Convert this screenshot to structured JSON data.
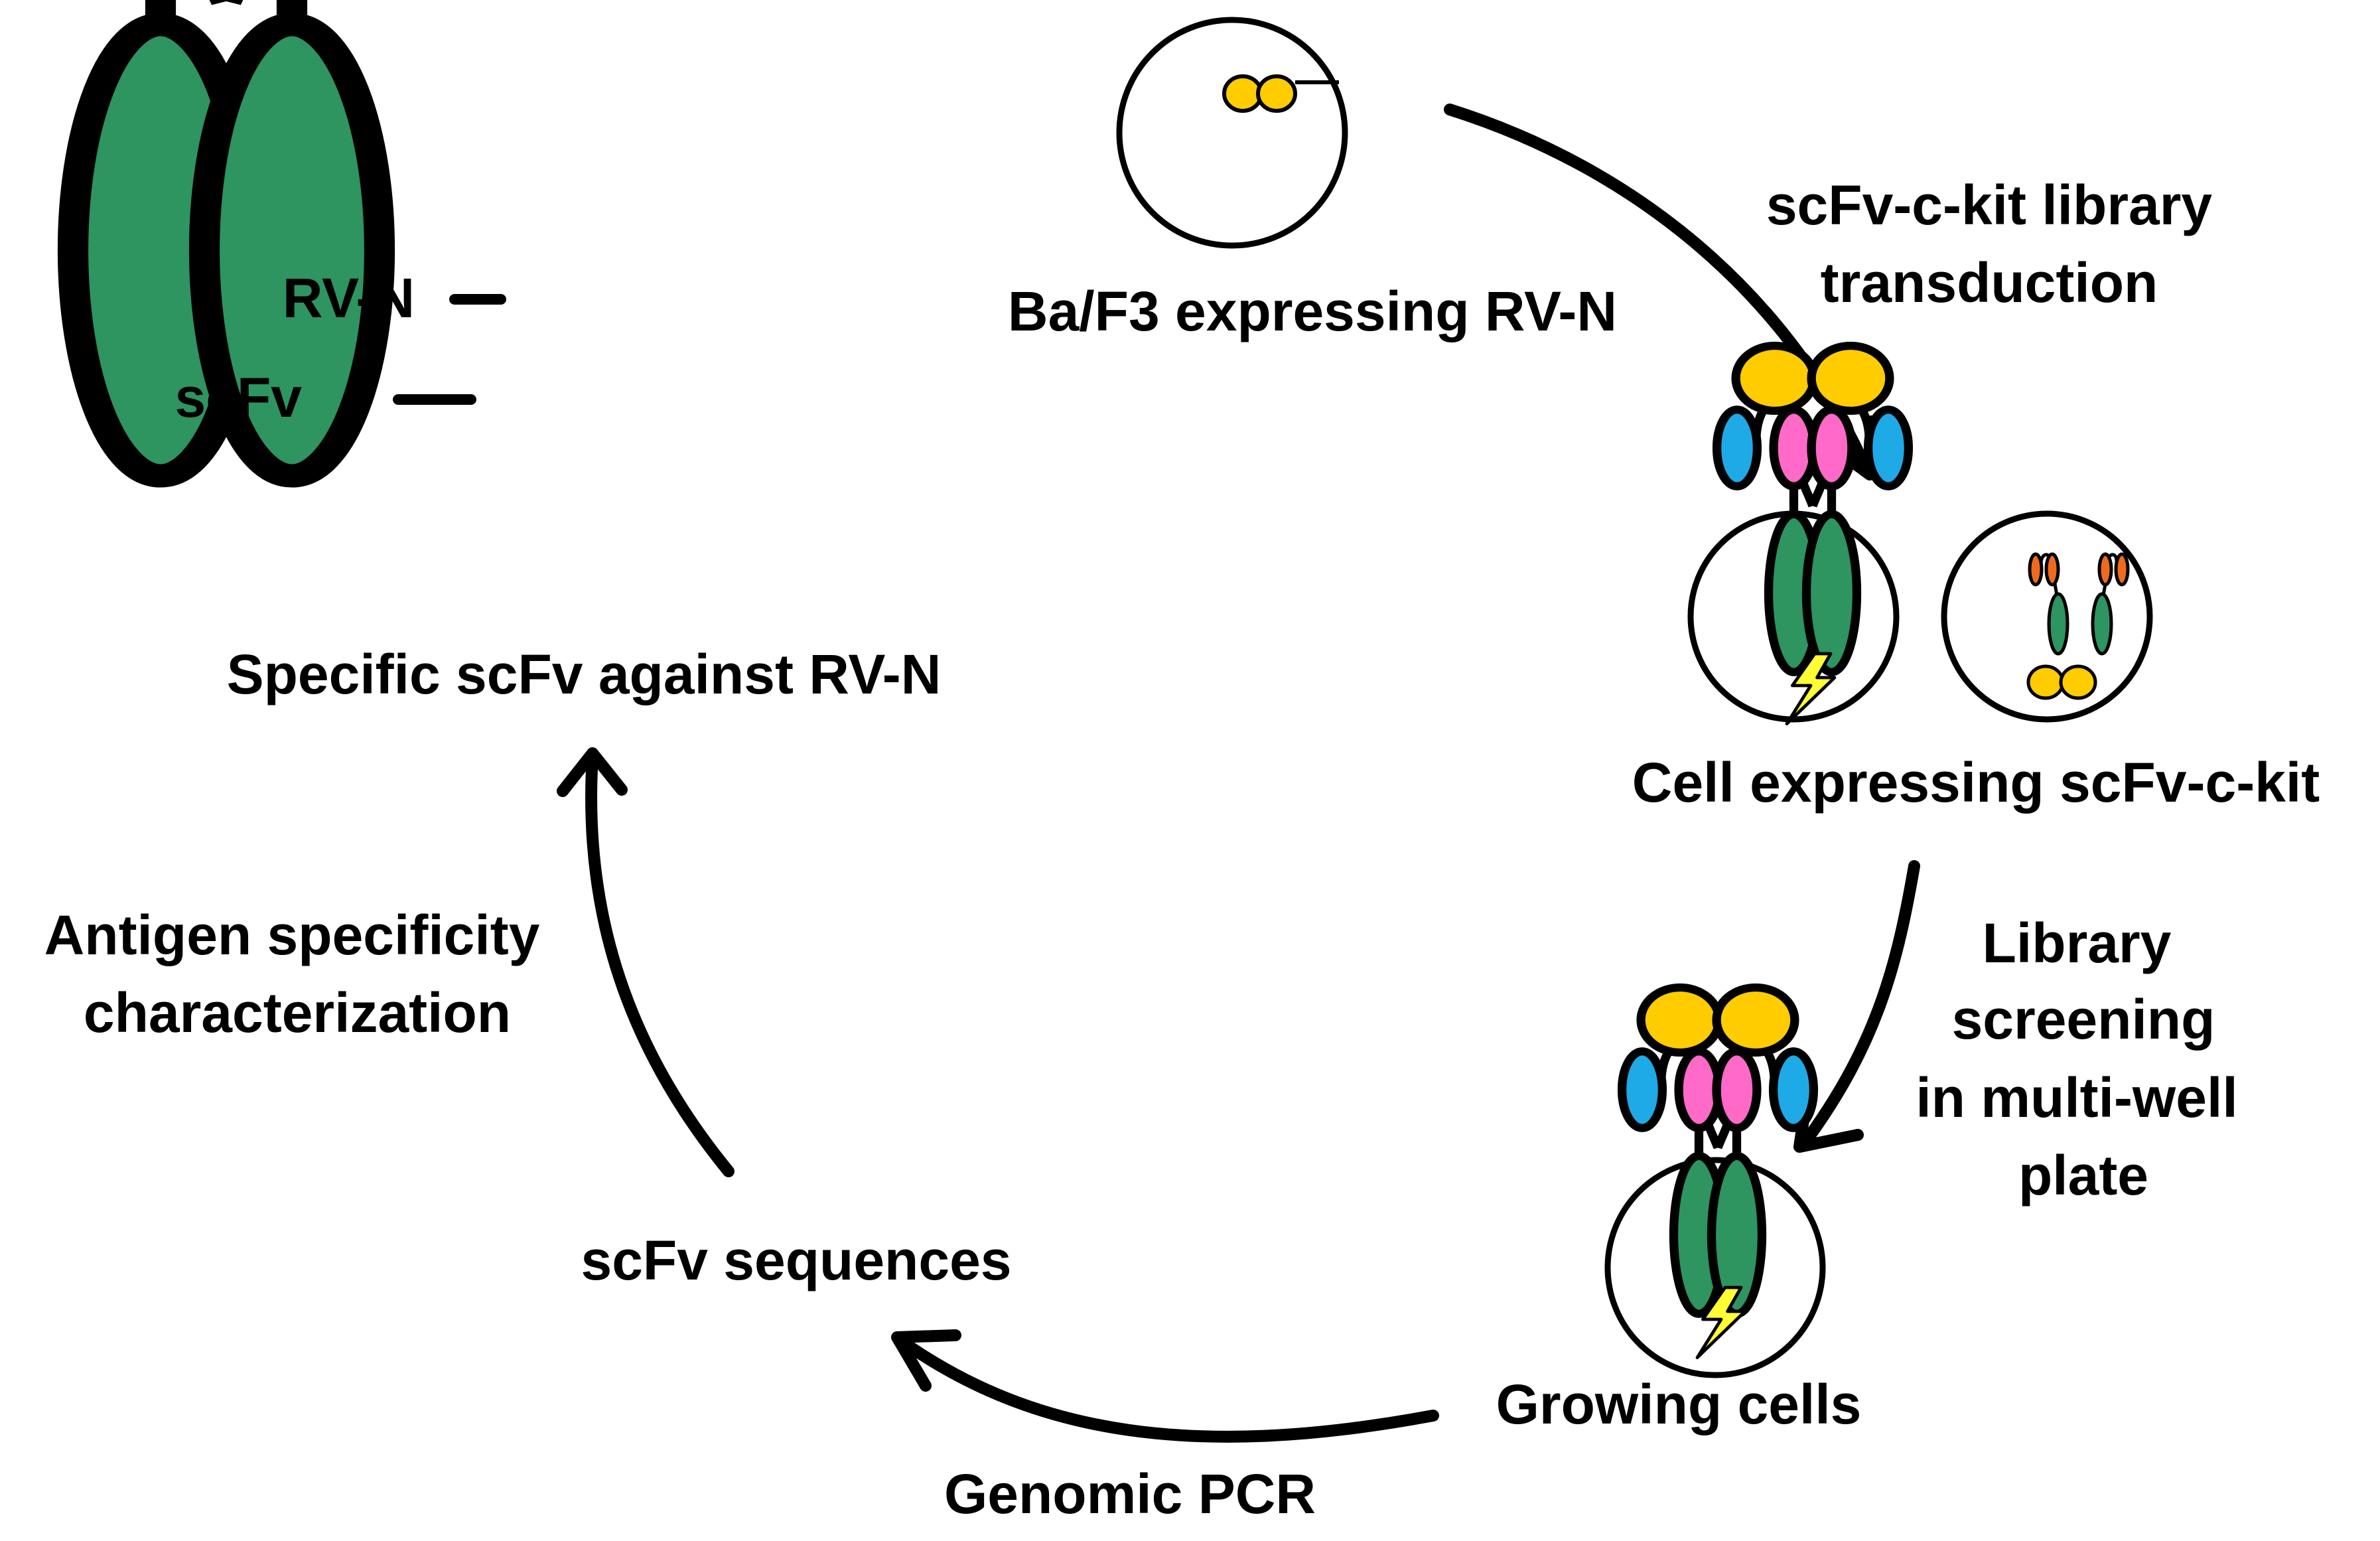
{
  "labels": {
    "ba_f3": "Ba/F3 expressing RV-N",
    "transduction_line1": "scFv-c-kit library",
    "transduction_line2": "transduction",
    "cell_expressing": "Cell expressing scFv-c-kit",
    "screening_line1": "Library",
    "screening_line2": "screening",
    "screening_line3": "in multi-well",
    "screening_line4": "plate",
    "growing_cells": "Growing cells",
    "genomic_pcr": "Genomic PCR",
    "scfv_sequences": "scFv sequences",
    "antigen_line1": "Antigen specificity",
    "antigen_line2": "characterization",
    "specific_scfv": "Specific scFv against RV-N",
    "legend_rvn": "RV-N",
    "legend_scfv": "scFv"
  },
  "colors": {
    "antigen": "#FFCC00",
    "vh_domain": "#1EAAE6",
    "vl_domain": "#FF69C8",
    "ckit": "#2E9460",
    "orange_domain": "#F06A1E",
    "signal": "#FFFF33",
    "stroke": "#000000"
  }
}
